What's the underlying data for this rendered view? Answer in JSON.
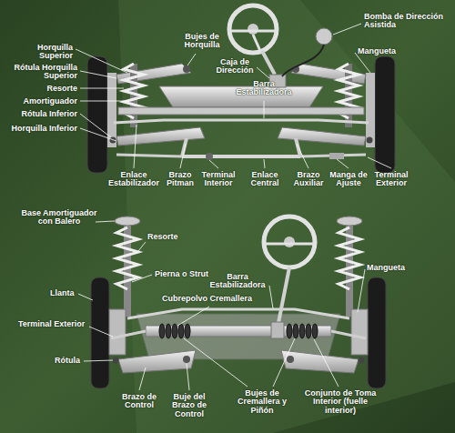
{
  "diagram": {
    "labels": [
      "Horquilla Superior",
      "Rótula Horquilla Superior",
      "Resorte",
      "Amortiguador",
      "Rótula Inferior",
      "Horquilla Inferior",
      "Bujes de Horquilla",
      "Caja de Dirección",
      "Barra Estabilizadora",
      "Bomba de Dirección Asistida",
      "Mangueta",
      "Enlace Estabilizador",
      "Brazo Pitman",
      "Terminal Interior",
      "Enlace Central",
      "Brazo Auxiliar",
      "Manga de Ajuste",
      "Terminal Exterior",
      "Base Amortiguador con Balero",
      "Resorte",
      "Pierna o Strut",
      "Llanta",
      "Terminal Exterior",
      "Rótula",
      "Barra Estabilizadora",
      "Cubrepolvo Cremallera",
      "Mangueta",
      "Brazo de Control",
      "Buje del Brazo de Control",
      "Bujes de Cremallera y Piñón",
      "Conjunto de Toma Interior (fuelle interior)"
    ]
  }
}
